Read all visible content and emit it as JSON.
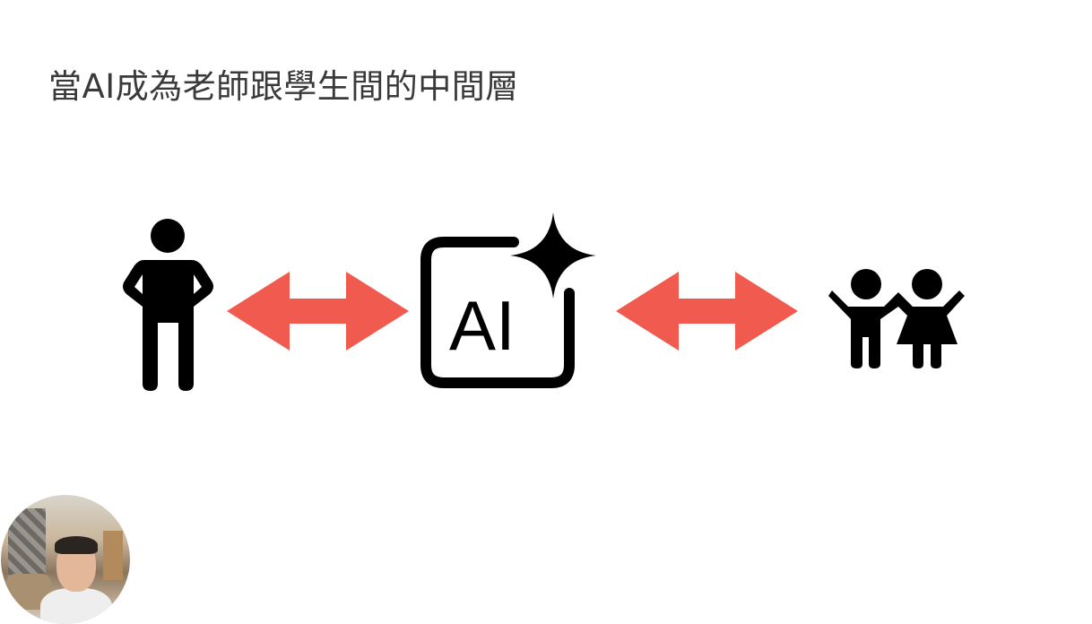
{
  "slide": {
    "title": "當AI成為老師跟學生間的中間層",
    "ai_icon_label": "AI",
    "arrow_color": "#f05a4f",
    "icon_color": "#000000"
  },
  "icons": [
    "teacher-icon",
    "double-arrow-icon",
    "ai-sparkle-icon",
    "double-arrow-icon",
    "children-icon"
  ],
  "webcam": {
    "label": "presenter-video"
  }
}
